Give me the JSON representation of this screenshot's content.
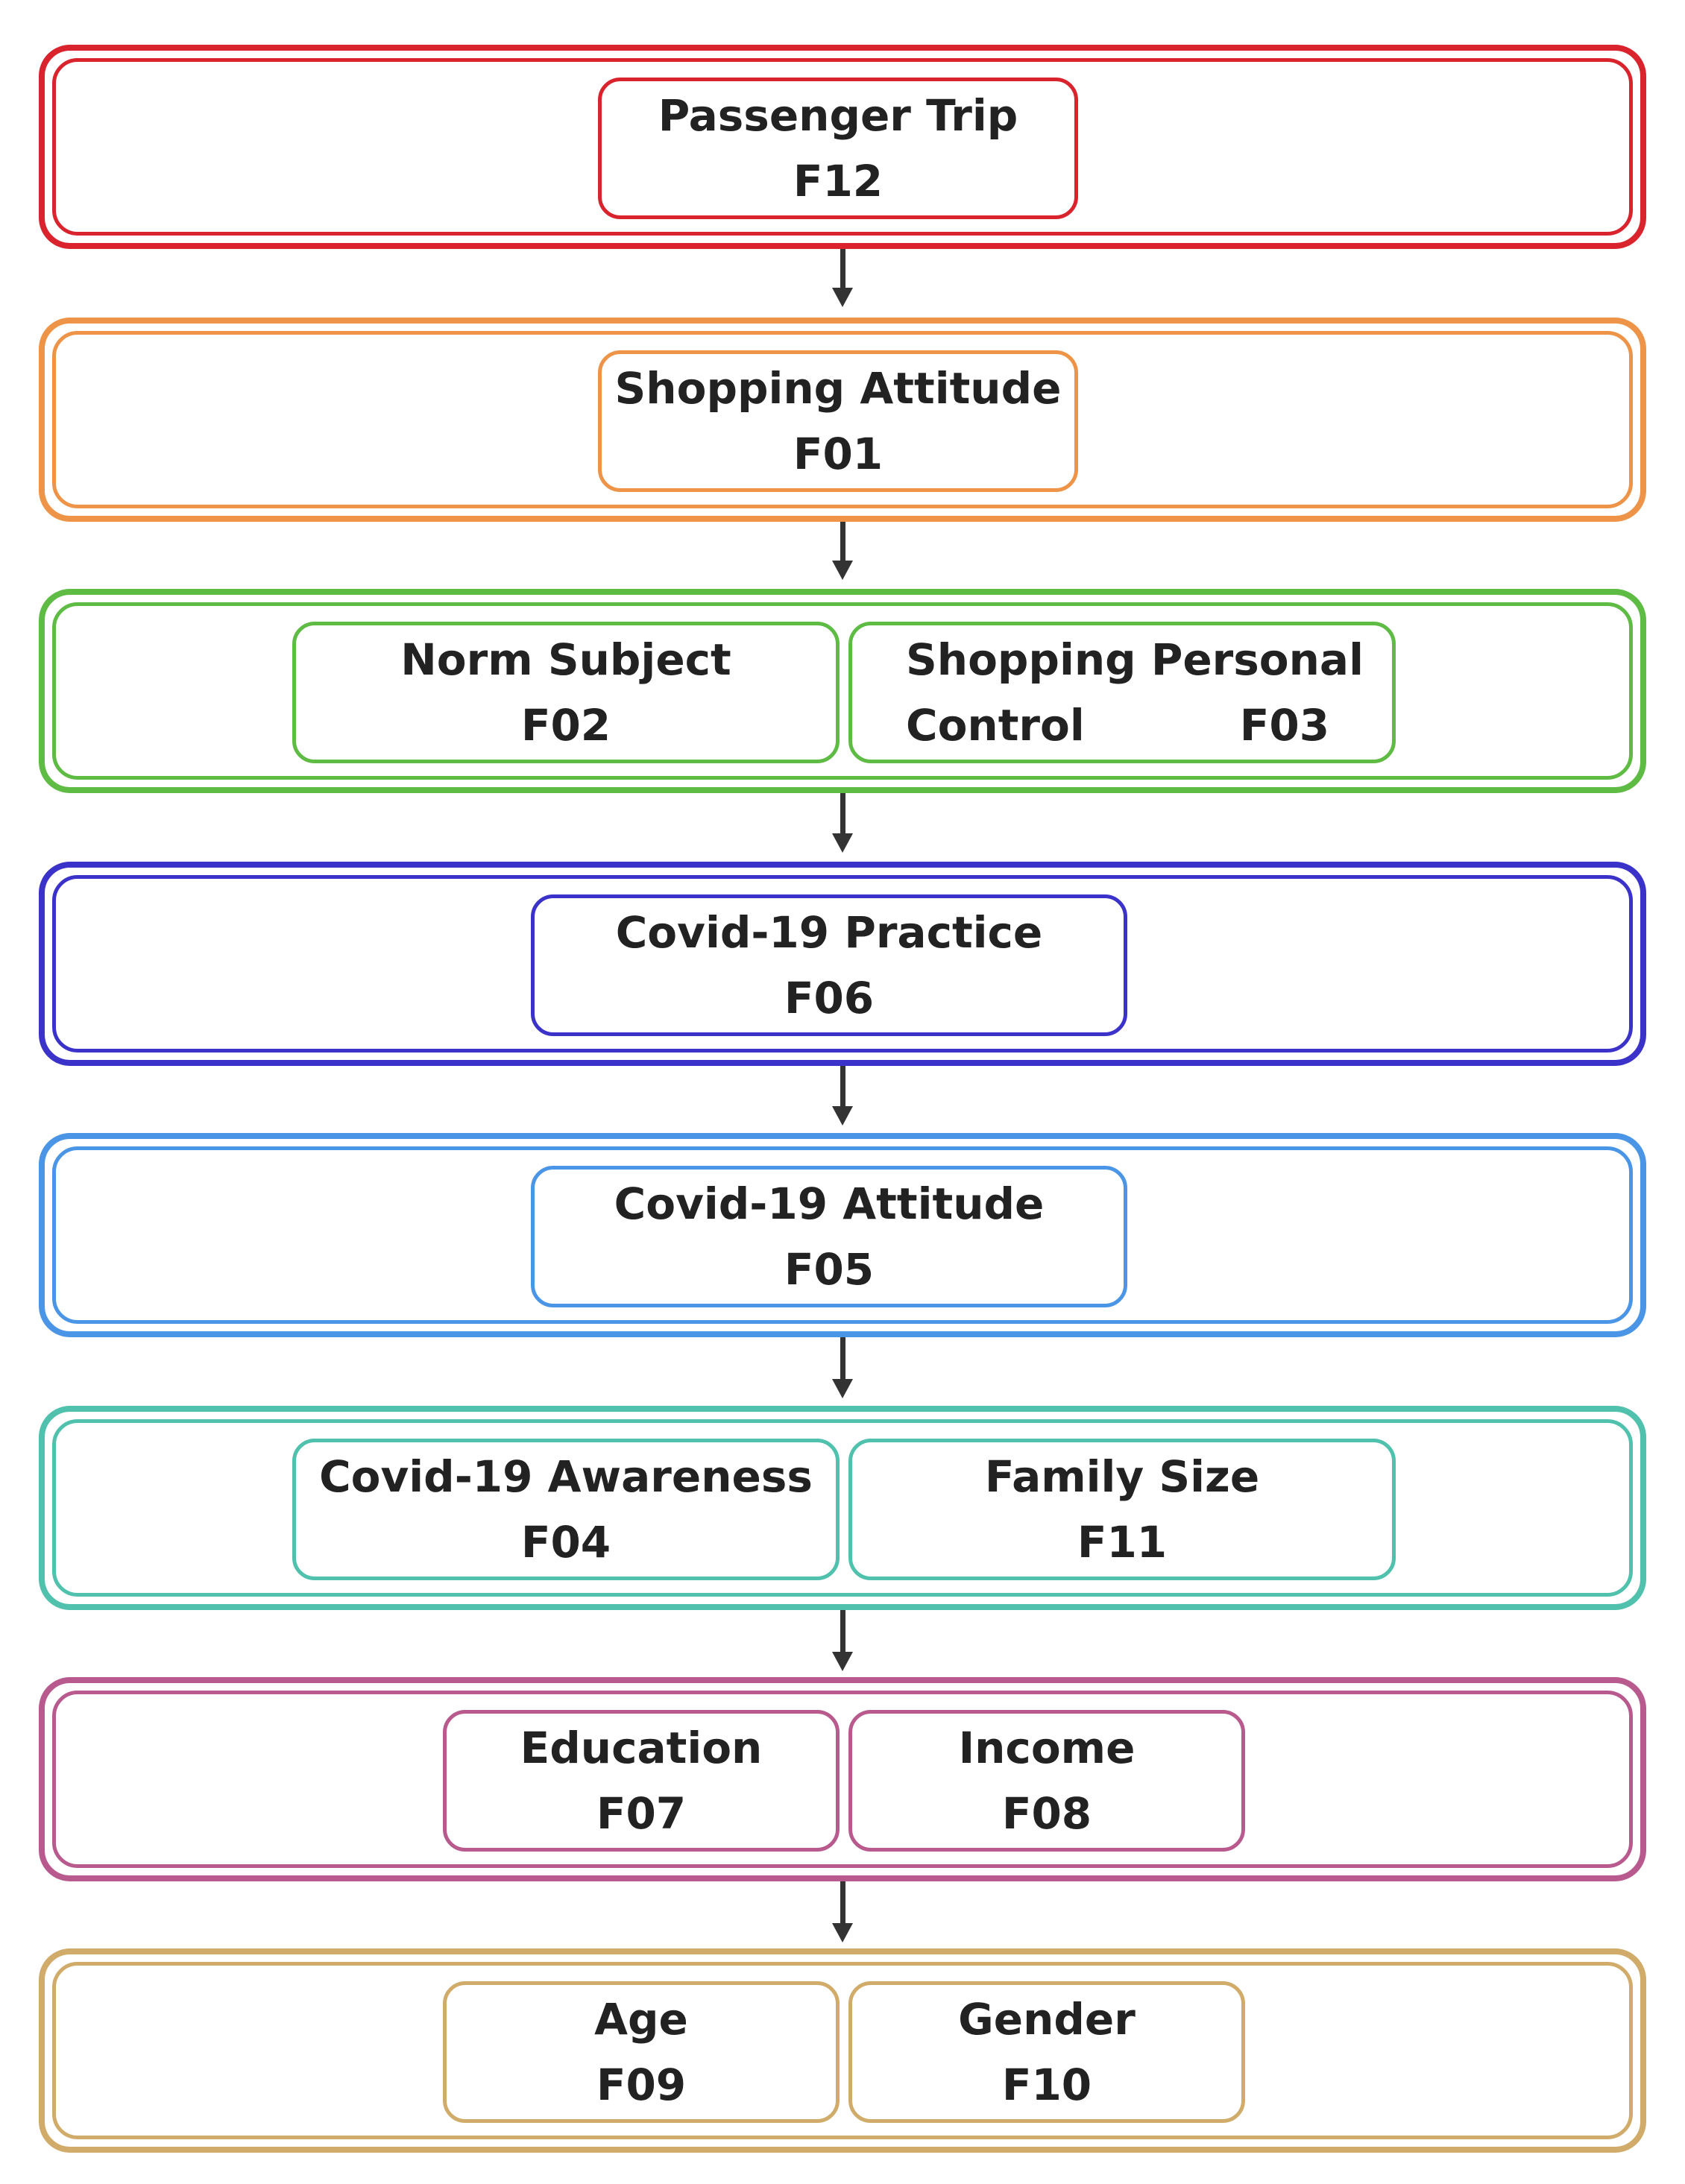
{
  "levels": [
    {
      "color": "#d9232d",
      "nodes": [
        {
          "line1": "Passenger Trip",
          "line2": "F12"
        }
      ]
    },
    {
      "color": "#ee9449",
      "nodes": [
        {
          "line1": "Shopping Attitude",
          "line2": "F01"
        }
      ]
    },
    {
      "color": "#5ebc45",
      "nodes": [
        {
          "line1": "Norm Subject",
          "line2": "F02"
        },
        {
          "line1": "Shopping Personal",
          "line2a": "Control",
          "line2b": "F03"
        }
      ]
    },
    {
      "color": "#3b32c9",
      "nodes": [
        {
          "line1": "Covid-19 Practice",
          "line2": "F06"
        }
      ]
    },
    {
      "color": "#4a95e6",
      "nodes": [
        {
          "line1": "Covid-19 Attitude",
          "line2": "F05"
        }
      ]
    },
    {
      "color": "#4fc1ad",
      "nodes": [
        {
          "line1": "Covid-19 Awareness",
          "line2": "F04"
        },
        {
          "line1": "Family Size",
          "line2": "F11"
        }
      ]
    },
    {
      "color": "#b85a8e",
      "nodes": [
        {
          "line1": "Education",
          "line2": "F07"
        },
        {
          "line1": "Income",
          "line2": "F08"
        }
      ]
    },
    {
      "color": "#d0ab6a",
      "nodes": [
        {
          "line1": "Age",
          "line2": "F09"
        },
        {
          "line1": "Gender",
          "line2": "F10"
        }
      ]
    }
  ]
}
